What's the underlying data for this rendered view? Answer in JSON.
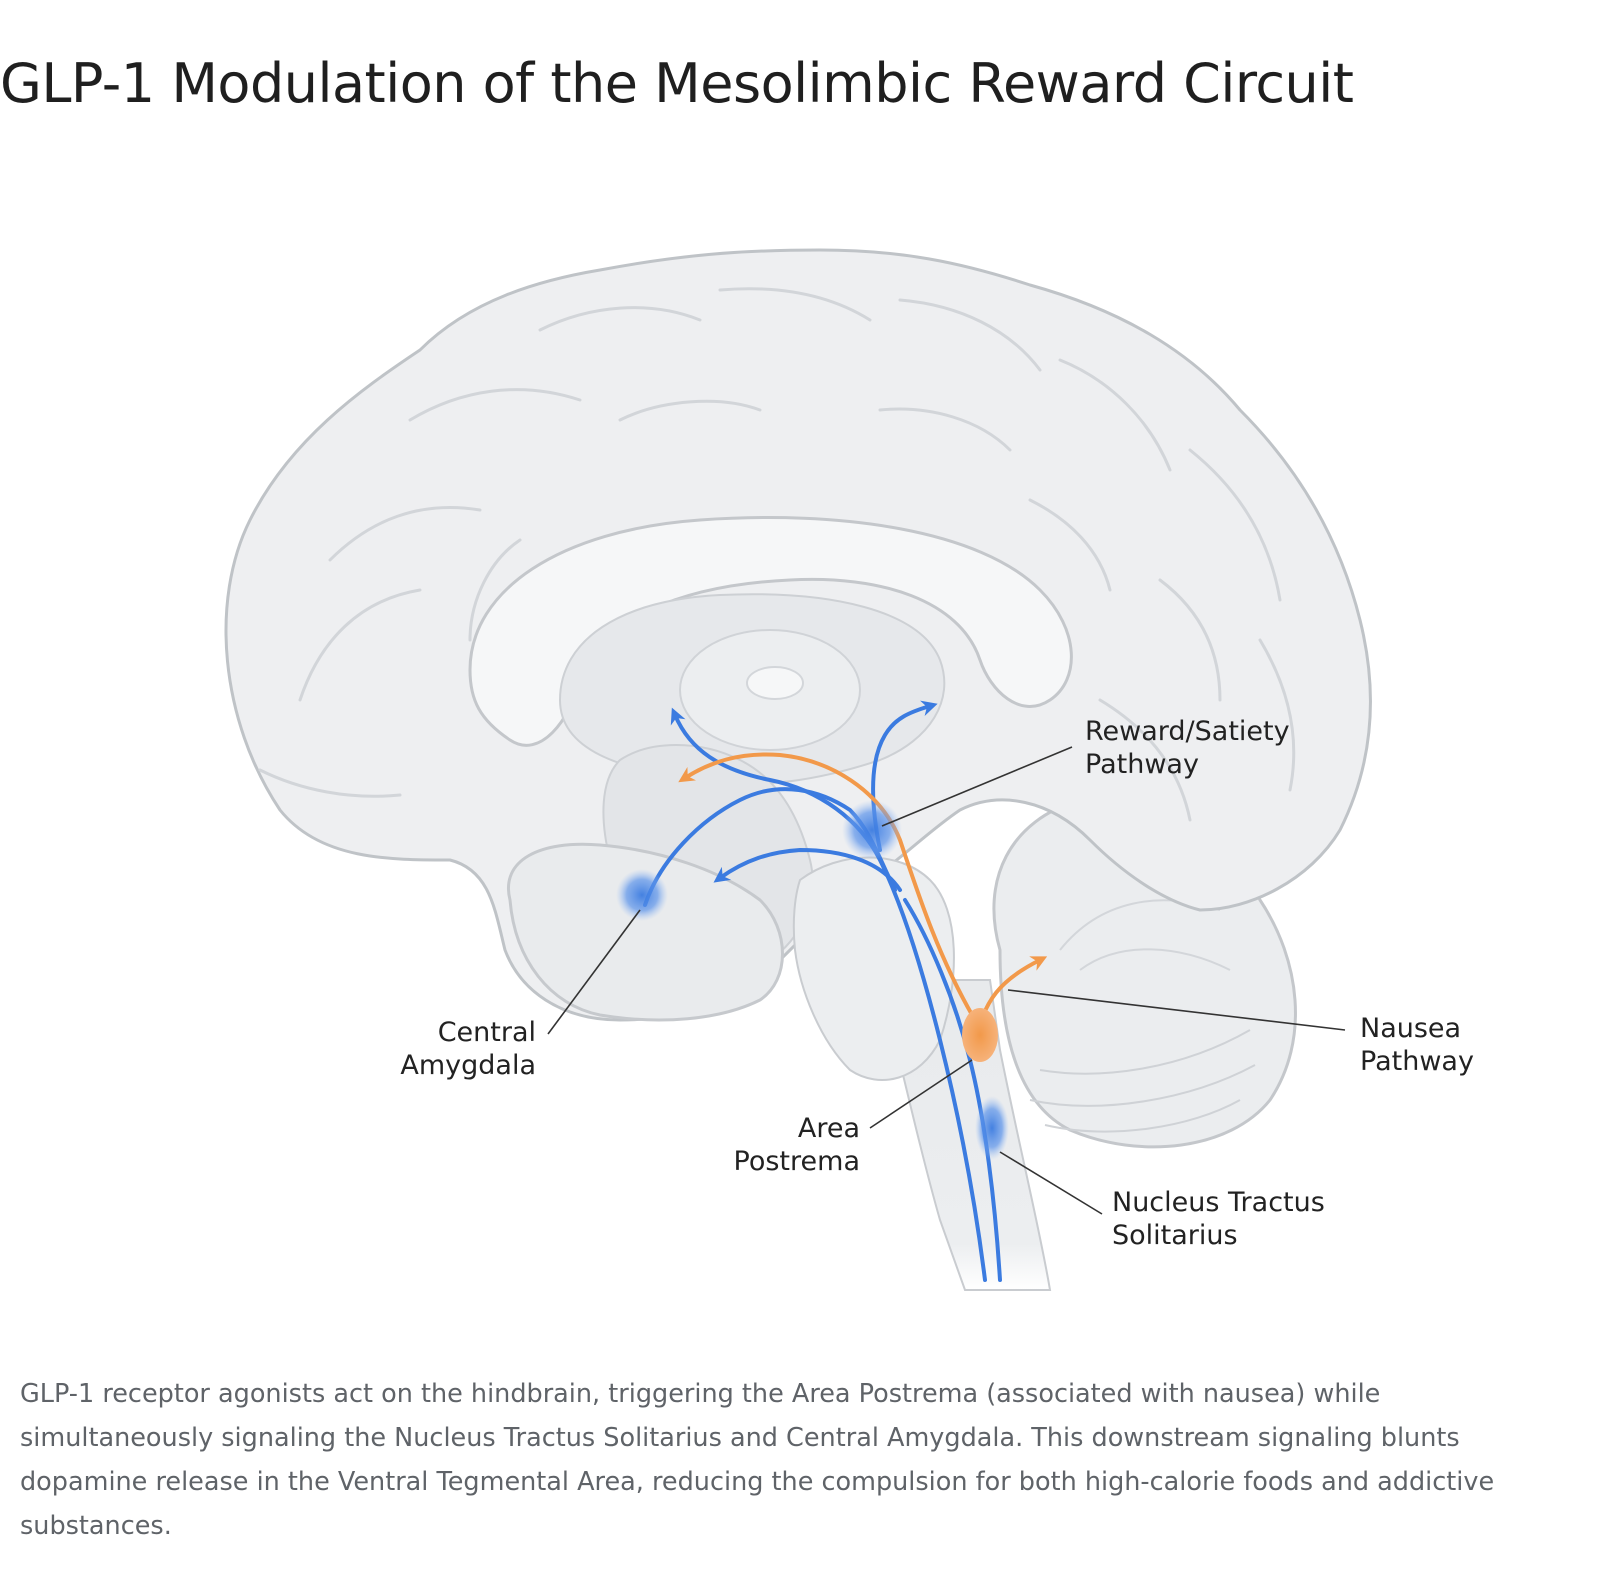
{
  "title": "GLP-1 Modulation of the Mesolimbic Reward Circuit",
  "diagram": {
    "labels": {
      "reward_satiety": [
        "Reward/Satiety",
        "Pathway"
      ],
      "central_amygdala": [
        "Central",
        "Amygdala"
      ],
      "nausea": [
        "Nausea",
        "Pathway"
      ],
      "area_postrema": [
        "Area",
        "Postrema"
      ],
      "nts": [
        "Nucleus Tractus",
        "Solitarius"
      ]
    },
    "colors": {
      "brain_fill": "#f1f2f3",
      "brain_outline": "#c4c7cb",
      "signal_blue": "#3b7be0",
      "signal_orange": "#f2994a"
    }
  },
  "caption": "GLP-1 receptor agonists act on the hindbrain, triggering the Area Postrema (associated with nausea) while simultaneously signaling the Nucleus Tractus Solitarius and Central Amygdala. This downstream signaling blunts dopamine release in the Ventral Tegmental Area, reducing the compulsion for both high-calorie foods and addictive substances."
}
